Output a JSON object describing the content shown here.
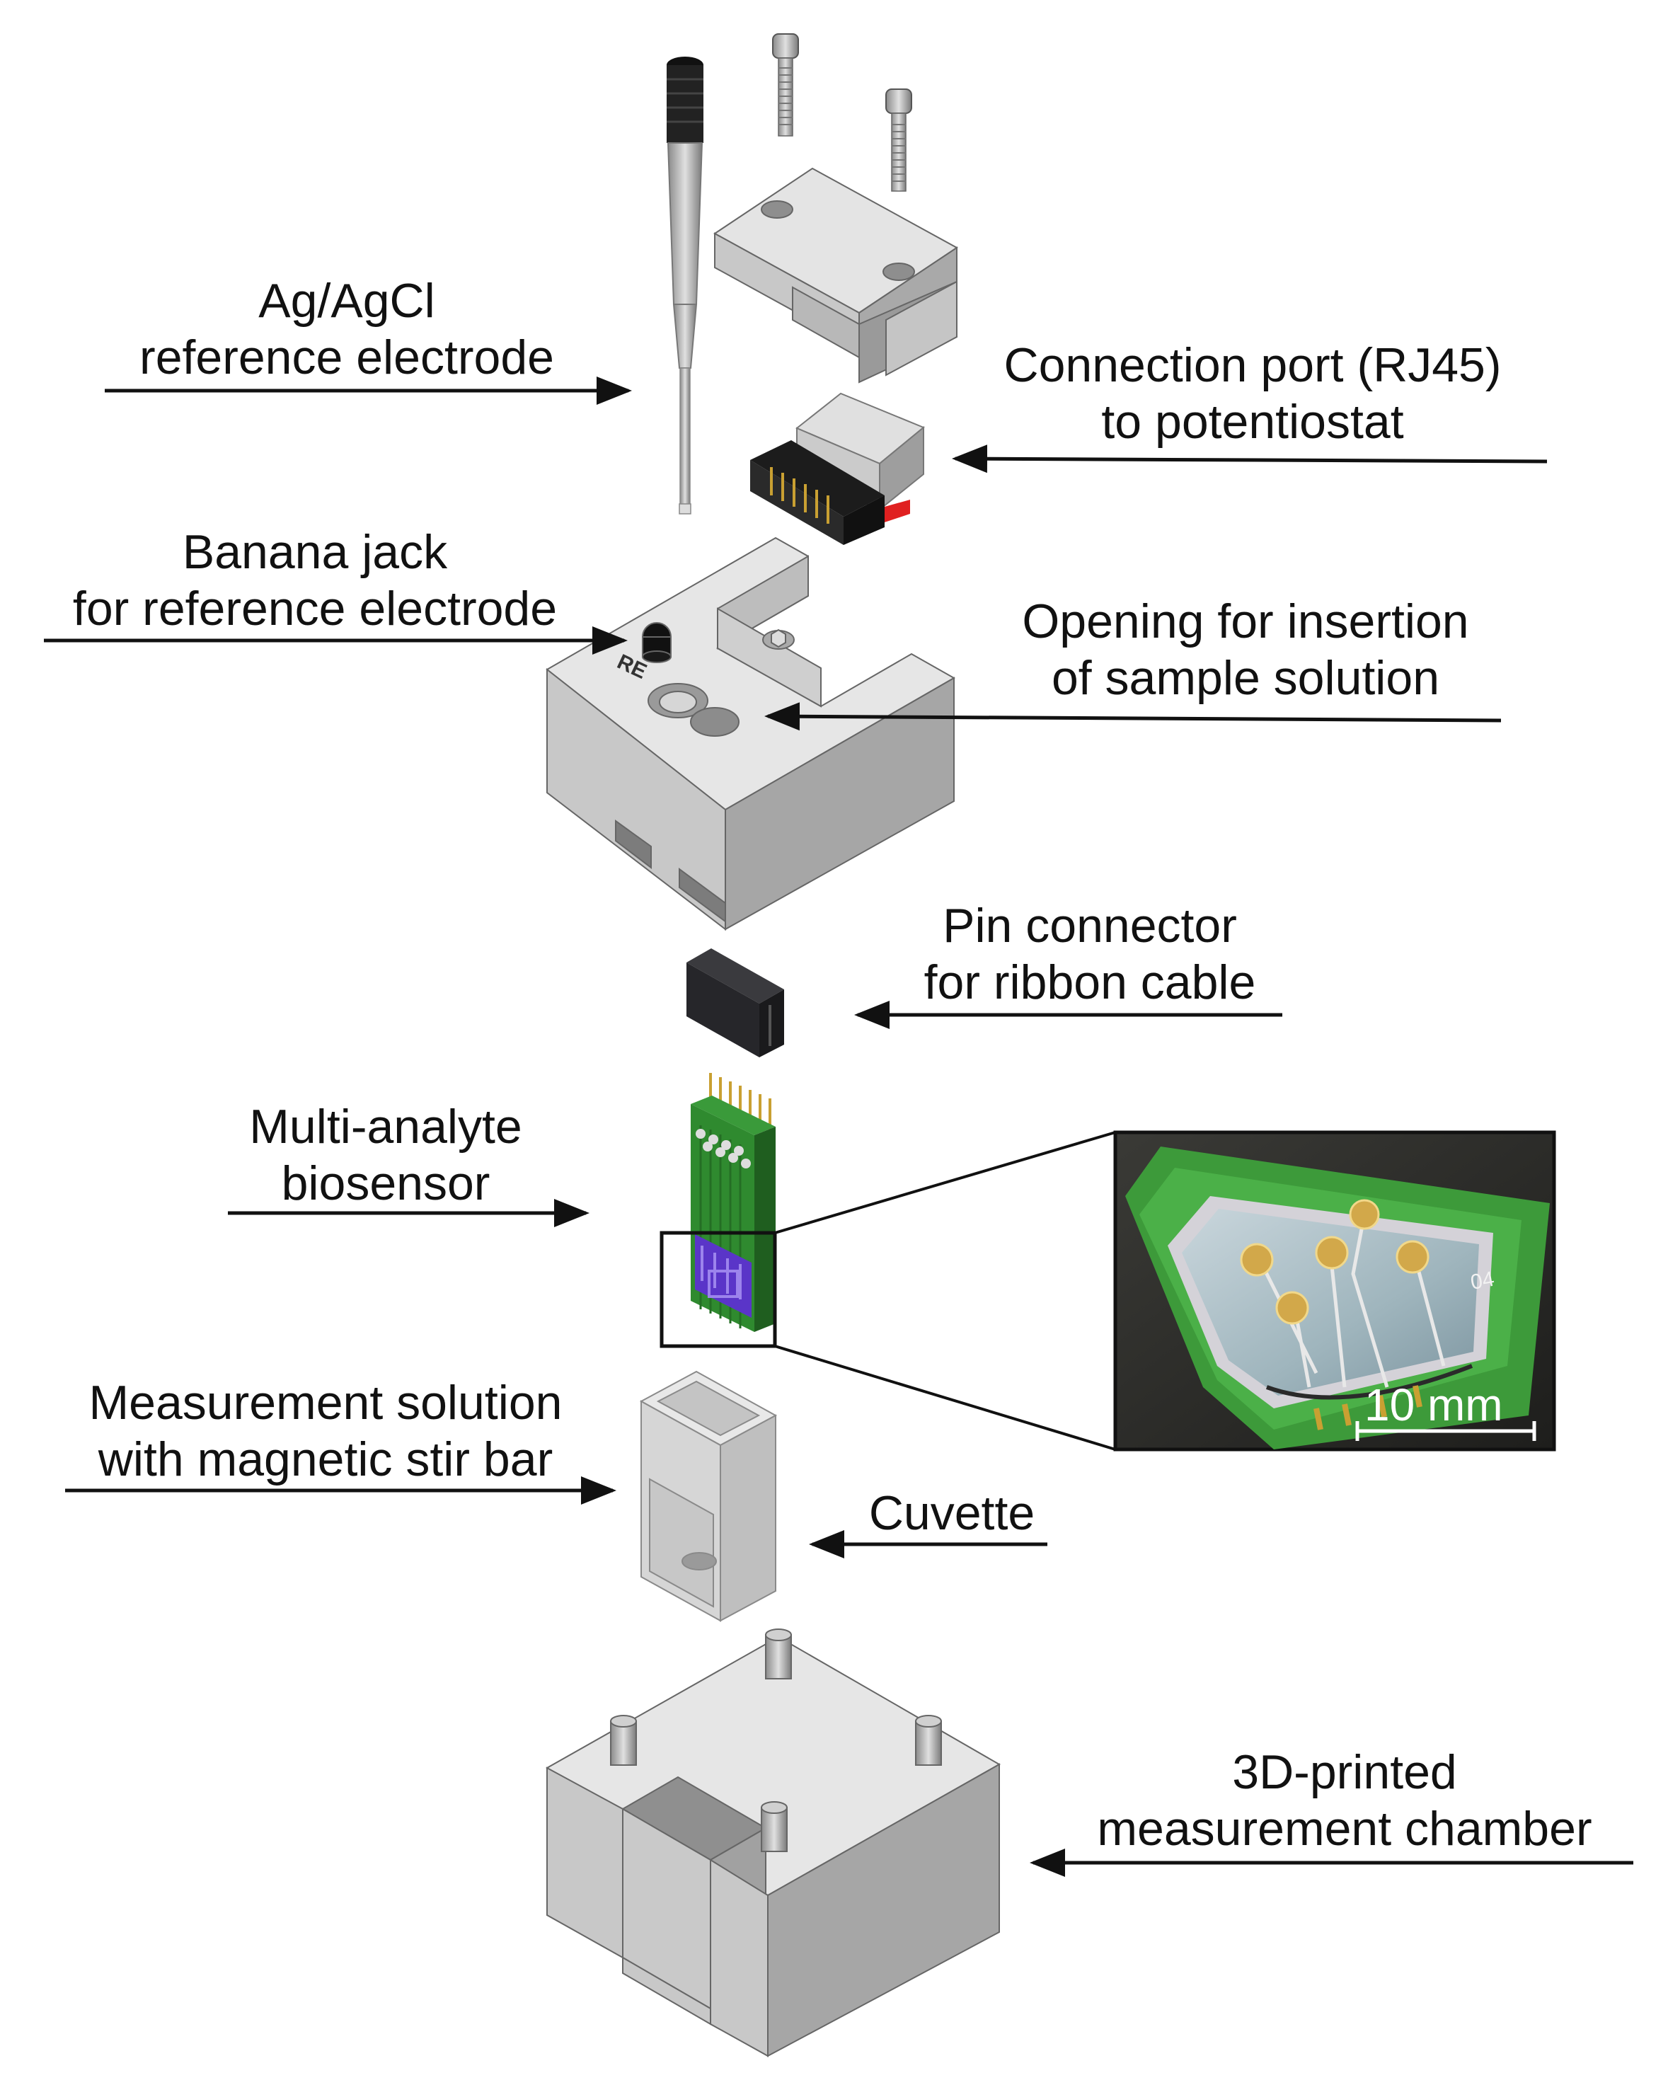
{
  "labels": {
    "reference_electrode": {
      "line1": "Ag/AgCl",
      "line2": "reference electrode"
    },
    "connection_port": {
      "line1": "Connection port (RJ45)",
      "line2": "to potentiostat"
    },
    "banana_jack": {
      "line1": "Banana jack",
      "line2": "for reference electrode"
    },
    "opening": {
      "line1": "Opening for insertion",
      "line2": "of sample solution"
    },
    "pin_connector": {
      "line1": "Pin connector",
      "line2": "for ribbon cable"
    },
    "biosensor": {
      "line1": "Multi-analyte",
      "line2": "biosensor"
    },
    "measurement_solution": {
      "line1": "Measurement solution",
      "line2": "with magnetic stir bar"
    },
    "cuvette": {
      "line1": "Cuvette"
    },
    "chamber": {
      "line1": "3D-printed",
      "line2": "measurement chamber"
    }
  },
  "re_marking": "RE",
  "inset": {
    "scale_bar": "10 mm",
    "chip_number": "04"
  },
  "colors": {
    "part_top": "#e4e4e4",
    "part_front": "#c8c8c8",
    "part_side": "#a9a9a9",
    "arrow": "#111111",
    "pcb_green": "#2f8a2f",
    "electrode_purple": "#5a35c8",
    "connector_black": "#1c1c1c",
    "red_tab": "#e02020"
  }
}
